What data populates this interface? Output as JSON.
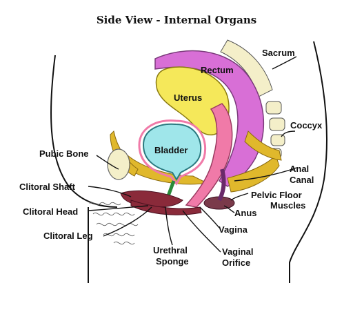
{
  "title": "Side View - Internal Organs",
  "organs": {
    "rectum": "Rectum",
    "uterus": "Uterus",
    "bladder": "Bladder"
  },
  "labels": {
    "sacrum": "Sacrum",
    "coccyx": "Coccyx",
    "pubic_bone": "Pubic Bone",
    "anal_canal_1": "Anal",
    "anal_canal_2": "Canal",
    "clitoral_shaft": "Clitoral Shaft",
    "pelvic_floor_1": "Pelvic Floor",
    "pelvic_floor_2": "Muscles",
    "clitoral_head": "Clitoral Head",
    "anus": "Anus",
    "vagina": "Vagina",
    "clitoral_leg": "Clitoral Leg",
    "vaginal_orifice_1": "Vaginal",
    "vaginal_orifice_2": "Orifice",
    "urethral_sponge_1": "Urethral",
    "urethral_sponge_2": "Sponge"
  },
  "colors": {
    "rectum": "#d86fd6",
    "uterus": "#f5e85a",
    "bladder": "#9fe6ea",
    "vagina": "#f07aa8",
    "bone": "#f4efc9",
    "muscle": "#e0b82c",
    "clitoris": "#8a2a3a"
  }
}
